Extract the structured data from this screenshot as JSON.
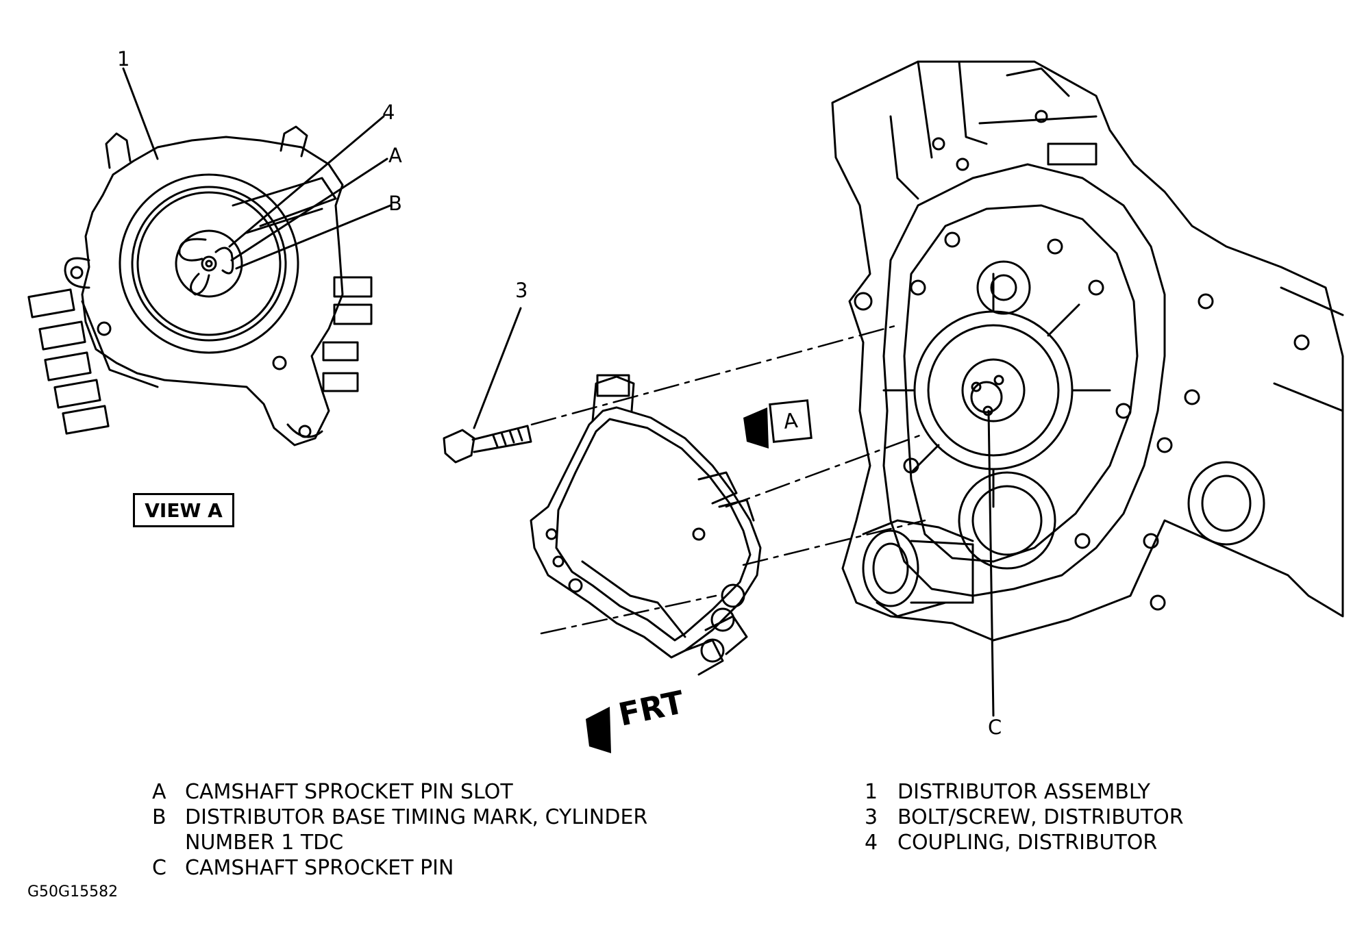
{
  "callouts": {
    "n1": "1",
    "n4": "4",
    "nA": "A",
    "nB": "B",
    "n3": "3",
    "nC": "C"
  },
  "view_label": "VIEW A",
  "arrow_box_label": "A",
  "front_label": "FRT",
  "legend_left": [
    {
      "key": "A",
      "text": "CAMSHAFT SPROCKET PIN SLOT"
    },
    {
      "key": "B",
      "text": "DISTRIBUTOR BASE TIMING MARK, CYLINDER",
      "cont": "NUMBER 1 TDC"
    },
    {
      "key": "C",
      "text": "CAMSHAFT SPROCKET PIN"
    }
  ],
  "legend_right": [
    {
      "key": "1",
      "text": "DISTRIBUTOR ASSEMBLY"
    },
    {
      "key": "3",
      "text": "BOLT/SCREW, DISTRIBUTOR"
    },
    {
      "key": "4",
      "text": "COUPLING, DISTRIBUTOR"
    }
  ],
  "figure_code": "G50G15582"
}
